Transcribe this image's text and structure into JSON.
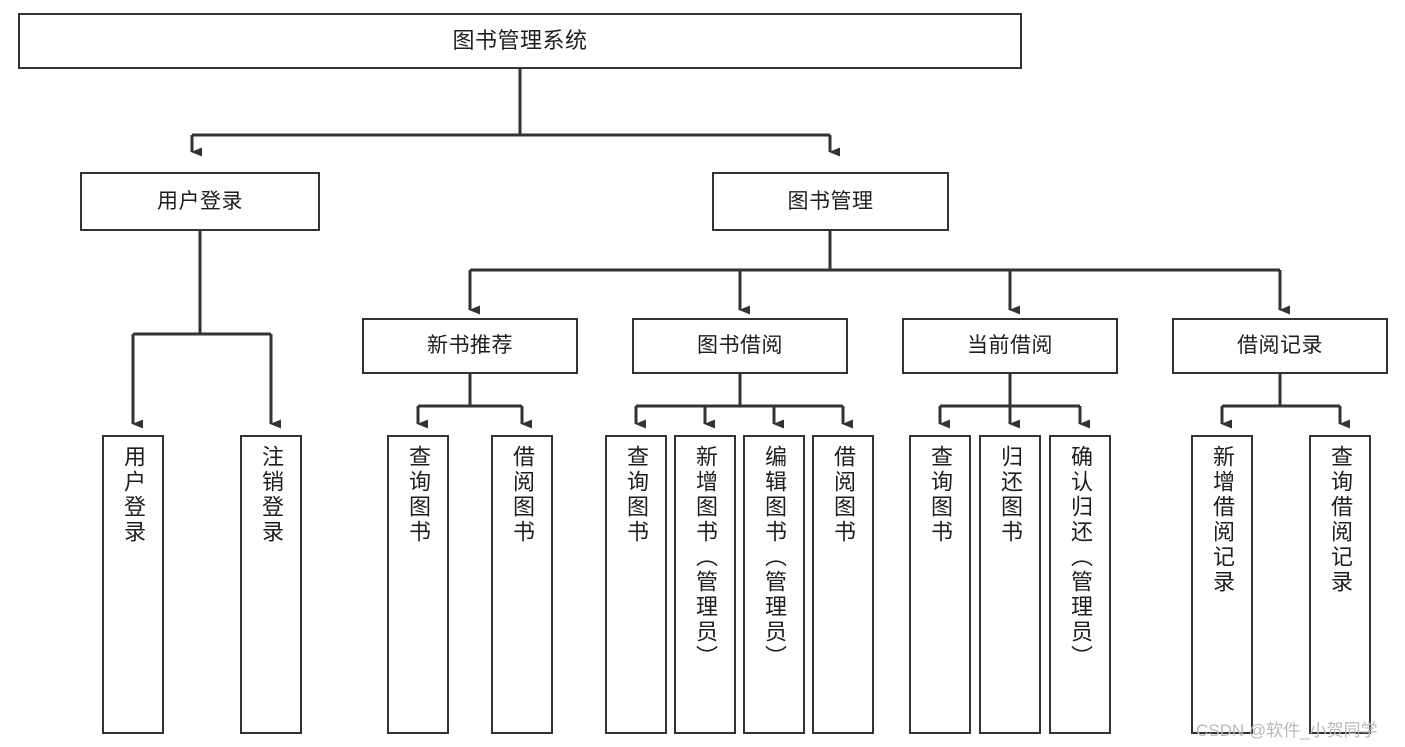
{
  "diagram": {
    "title": "图书管理系统",
    "type": "tree-hierarchy",
    "root": {
      "label": "图书管理系统"
    },
    "level2": [
      {
        "label": "用户登录"
      },
      {
        "label": "图书管理"
      }
    ],
    "level3": [
      {
        "label": "新书推荐"
      },
      {
        "label": "图书借阅"
      },
      {
        "label": "当前借阅"
      },
      {
        "label": "借阅记录"
      }
    ],
    "leaves": {
      "user_login": [
        {
          "label": "用户登录"
        },
        {
          "label": "注销登录"
        }
      ],
      "new_book_recommend": [
        {
          "label": "查询图书"
        },
        {
          "label": "借阅图书"
        }
      ],
      "book_borrow": [
        {
          "label": "查询图书"
        },
        {
          "label": "新增图书（管理员）"
        },
        {
          "label": "编辑图书（管理员）"
        },
        {
          "label": "借阅图书"
        }
      ],
      "current_borrow": [
        {
          "label": "查询图书"
        },
        {
          "label": "归还图书"
        },
        {
          "label": "确认归还（管理员）"
        }
      ],
      "borrow_record": [
        {
          "label": "新增借阅记录"
        },
        {
          "label": "查询借阅记录"
        }
      ]
    }
  },
  "watermark": {
    "text": "CSDN @软件_小贺同学"
  },
  "colors": {
    "stroke": "#333333",
    "background": "#ffffff",
    "text": "#1e1e1e",
    "watermark": "#b9b9b9"
  }
}
